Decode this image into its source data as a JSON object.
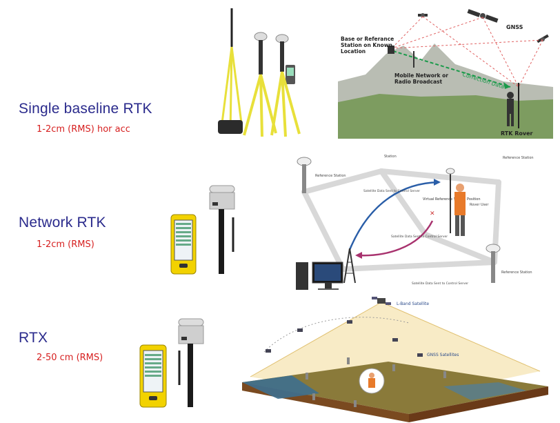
{
  "sections": [
    {
      "title": "Single baseline RTK",
      "accuracy": "1-2cm (RMS) hor acc"
    },
    {
      "title": "Network RTK",
      "accuracy": "1-2cm (RMS)"
    },
    {
      "title": "RTX",
      "accuracy": "2-50 cm (RMS)"
    }
  ],
  "diagram1": {
    "gnss": "GNSS",
    "base_station": "Base or Referance Station on Known Location",
    "mobile_network": "Mobile Network or Radio Broadcast",
    "correction": "Correction Data",
    "rover": "RTK Rover"
  },
  "diagram2": {
    "station_top": "Station",
    "ref_left": "Reference Station",
    "ref_right": "Reference Station",
    "ref_bottom": "Reference Station",
    "vrs": "Virtual Reference Station Position",
    "rover_user": "Rover User",
    "sat_data_1": "Satellite Data Sent to Control Server",
    "sat_data_2": "Satellite Data Sent to Control Server",
    "sat_data_3": "Satellite Data Sent to Control Server"
  },
  "diagram3": {
    "lband": "L-Band Satellite",
    "gnss_sats": "GNSS Satellites"
  },
  "colors": {
    "title": "#2a2a8c",
    "accuracy": "#d61f1f",
    "tripod": "#e8e03a",
    "controller": "#f2d200"
  }
}
